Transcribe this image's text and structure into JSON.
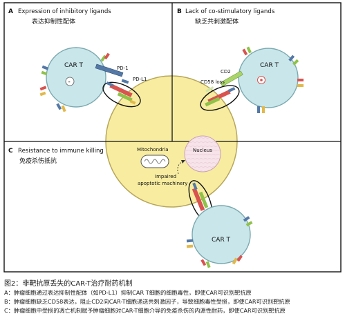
{
  "panels": {
    "a": {
      "letter": "A",
      "title_en": "Expression of inhibitory ligands",
      "title_zh": "表达抑制性配体",
      "cell_label": "CAR T",
      "receptor_label": "PD-1",
      "ligand_label": "PD-L1",
      "sign": "-"
    },
    "b": {
      "letter": "B",
      "title_en": "Lack of co-stimulatory ligands",
      "title_zh": "缺乏共刺激配体",
      "cell_label": "CAR T",
      "receptor_label": "CD2",
      "loss_label": "CD58 loss"
    },
    "c": {
      "letter": "C",
      "title_en": "Resistance to immune killing",
      "title_zh": "免疫杀伤抵抗",
      "cell_label": "CAR T",
      "mito_label": "Mitochondria",
      "nucleus_label": "Nucleus",
      "machinery_label_1": "Impaired",
      "machinery_label_2": "apoptotic machinery"
    }
  },
  "caption": {
    "title": "图2：非靶抗原丢失的CAR-T治疗耐药机制",
    "line_a": "A：肿瘤细胞通过表达抑制性配体（如PD-L1）抑制CAR T细胞的细胞毒性，即使CAR可识别靶抗原",
    "line_b": "B：肿瘤细胞缺乏CD58表达，阻止CD2向CAR-T细胞递送共刺激因子，导致细胞毒性受损，即使CAR可识别靶抗原",
    "line_c": "C：肿瘤细胞中受损的凋亡机制赋予肿瘤细胞对CAR-T细胞介导的免疫杀伤的内源性耐药，即使CAR可识别靶抗原"
  },
  "colors": {
    "tumor_fill": "#f7eca0",
    "tumor_stroke": "#b7a65a",
    "tcell_fill": "#c9e6ea",
    "tcell_stroke": "#7aa9b0",
    "nucleus_fill": "#f6e4ea",
    "car_red": "#d9534f",
    "car_green": "#8fc24a",
    "pd1_blue": "#5479a6"
  }
}
